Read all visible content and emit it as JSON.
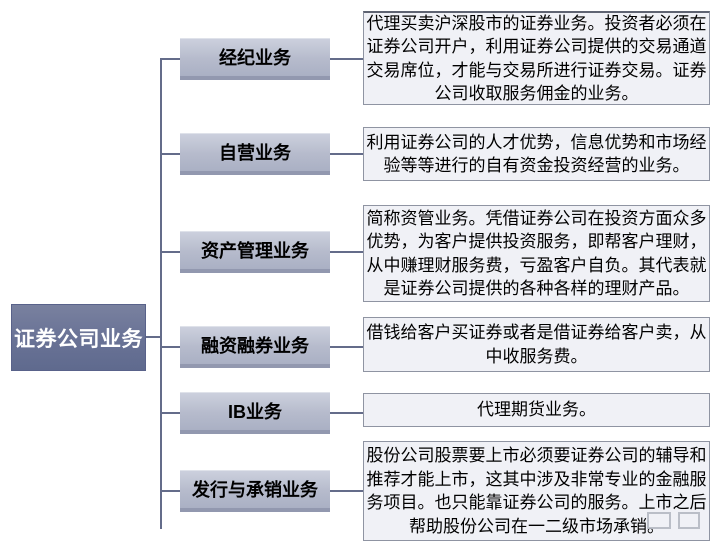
{
  "diagram_title": "证券公司业务",
  "root": {
    "label": "证券公司业务"
  },
  "rows": [
    {
      "label": "经纪业务",
      "desc": "代理买卖沪深股市的证券业务。投资者必须在证券公司开户，利用证券公司提供的交易通道交易席位，才能与交易所进行证券交易。证券公司收取服务佣金的业务。"
    },
    {
      "label": "自营业务",
      "desc": "利用证券公司的人才优势，信息优势和市场经验等等进行的自有资金投资经营的业务。"
    },
    {
      "label": "资产管理业务",
      "desc": "简称资管业务。凭借证券公司在投资方面众多优势，为客户提供投资服务，即帮客户理财，从中赚理财服务费，亏盈客户自负。其代表就是证券公司提供的各种各样的理财产品。"
    },
    {
      "label": "融资融券业务",
      "desc": "借钱给客户买证券或者是借证券给客户卖，从中收服务费。"
    },
    {
      "label": "IB业务",
      "desc": "代理期货业务。"
    },
    {
      "label": "发行与承销业务",
      "desc": "股份公司股票要上市必须要证券公司的辅导和推荐才能上市，这其中涉及非常专业的金融服务项目。也只能靠证券公司的服务。上市之后帮助股份公司在一二级市场承销。"
    }
  ],
  "colors": {
    "root_fill": "#6b7497",
    "root_text": "#ffffff",
    "node_fill": "#b6bbcc",
    "node_bottom_edge": "#9298af",
    "desc_fill": "#f0f1f6",
    "desc_border": "#8f94a2",
    "connector": "#646c8a",
    "text": "#000000",
    "background": "#ffffff"
  }
}
